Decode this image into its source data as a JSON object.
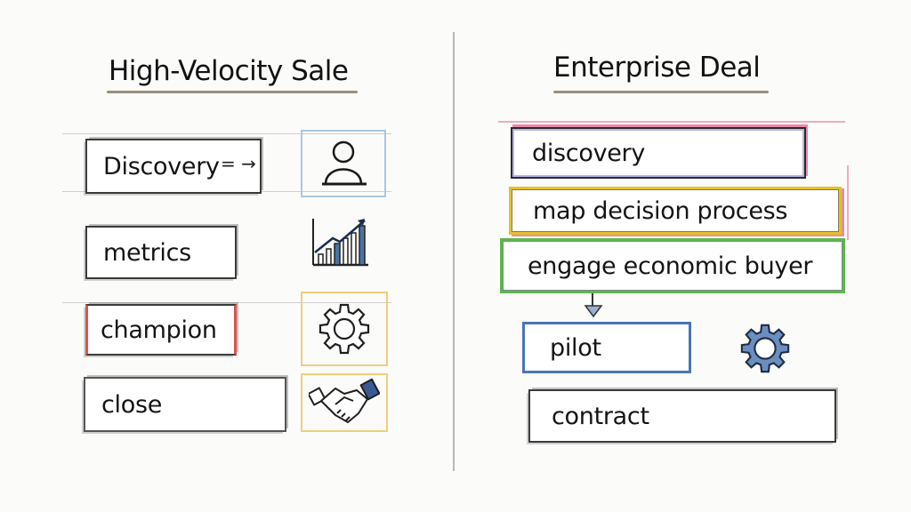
{
  "left": {
    "title": "High-Velocity Sale",
    "steps": [
      {
        "label": "Discovery",
        "connector": "= →",
        "icon": "person-icon",
        "frame_color": "#a9c8e0",
        "box_accent": "#3a3a3a"
      },
      {
        "label": "metrics",
        "icon": "bar-chart-growth-icon",
        "frame_color": "none",
        "box_accent": "#3a3a3a"
      },
      {
        "label": "champion",
        "icon": "gear-icon",
        "frame_color": "#f0cf7a",
        "box_accent": "#d9534a"
      },
      {
        "label": "close",
        "icon": "handshake-icon",
        "frame_color": "#f0cf7a",
        "box_accent": "#555555"
      }
    ]
  },
  "right": {
    "title": "Enterprise Deal",
    "steps": [
      {
        "label": "discovery",
        "box_accent": "#7a6ab8",
        "outline_color": "#e88aa8"
      },
      {
        "label": "map decision process",
        "box_accent": "#e3c227"
      },
      {
        "label": "engage economic buyer",
        "box_accent": "#5cb84a"
      },
      {
        "label": "pilot",
        "box_accent": "#4a74b8",
        "icon": "gear-icon",
        "icon_color": "#5a7fae"
      },
      {
        "label": "contract",
        "box_accent": "#3a3a3a"
      }
    ],
    "connector": "down-arrow"
  },
  "colors": {
    "background": "#fbfbfa",
    "ink": "#141414",
    "title_underline": "#8a7a62",
    "divider": "#b9b9b9"
  }
}
